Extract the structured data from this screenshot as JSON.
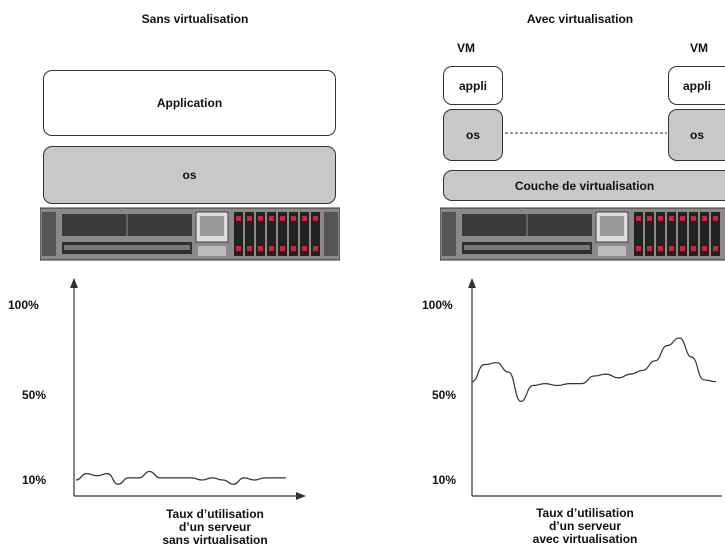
{
  "left": {
    "title": "Sans virtualisation",
    "app_label": "Application",
    "os_label": "os",
    "y_ticks": [
      "100%",
      "50%",
      "10%"
    ],
    "caption": [
      "Taux d’utilisation",
      "d’un serveur",
      "sans virtualisation"
    ],
    "utilization_series": {
      "x": [
        0,
        5,
        10,
        15,
        20,
        25,
        30,
        35,
        40,
        45,
        50,
        55,
        60,
        65,
        70,
        75,
        80,
        85,
        90,
        95,
        100
      ],
      "y": [
        10,
        13,
        12,
        13,
        8,
        11,
        11,
        14,
        11,
        11,
        11,
        11,
        10,
        11,
        10,
        8,
        11,
        10,
        11,
        11,
        11
      ]
    }
  },
  "right": {
    "title": "Avec virtualisation",
    "vm_label_left": "VM",
    "vm_label_right": "VM",
    "appli_label_left": "appli",
    "appli_label_right": "appli",
    "os_label_left": "os",
    "os_label_right": "os",
    "layer_label": "Couche de virtualisation",
    "y_ticks": [
      "100%",
      "50%",
      "10%"
    ],
    "caption": [
      "Taux d’utilisation",
      "d’un serveur",
      "avec virtualisation"
    ],
    "utilization_series": {
      "x": [
        0,
        5,
        10,
        15,
        20,
        25,
        30,
        35,
        40,
        45,
        50,
        55,
        60,
        65,
        70,
        75,
        80,
        85,
        90,
        95,
        100
      ],
      "y": [
        57,
        66,
        67,
        62,
        47,
        55,
        56,
        55,
        56,
        56,
        60,
        61,
        59,
        61,
        63,
        68,
        76,
        80,
        70,
        58,
        57
      ]
    }
  },
  "colors": {
    "box_grey": "#c8c8c8",
    "line": "#333333",
    "server_body": "#8a8a8a",
    "drive_red": "#cc2244"
  }
}
